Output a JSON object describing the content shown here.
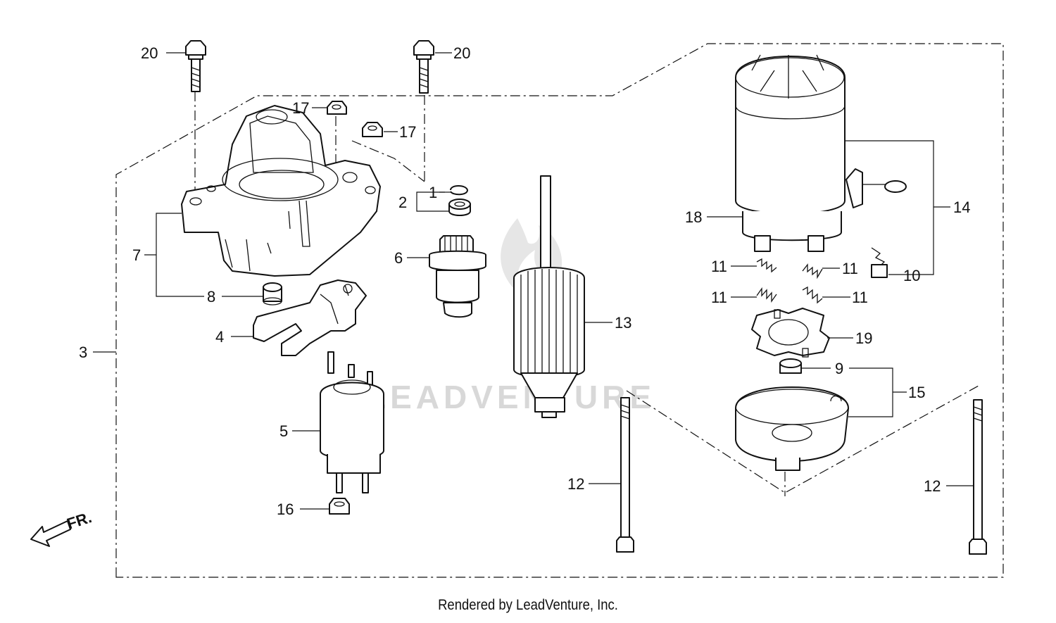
{
  "diagram": {
    "callouts": {
      "c1": "1",
      "c2": "2",
      "c3": "3",
      "c4": "4",
      "c5": "5",
      "c6": "6",
      "c7": "7",
      "c8": "8",
      "c9": "9",
      "c10": "10",
      "c11a": "11",
      "c11b": "11",
      "c11c": "11",
      "c11d": "11",
      "c12a": "12",
      "c12b": "12",
      "c13": "13",
      "c14": "14",
      "c15": "15",
      "c16": "16",
      "c17a": "17",
      "c17b": "17",
      "c18": "18",
      "c19": "19",
      "c20a": "20",
      "c20b": "20"
    },
    "direction_label": "FR.",
    "watermark": "LEADVENTURE",
    "footer": "Rendered by LeadVenture, Inc."
  }
}
